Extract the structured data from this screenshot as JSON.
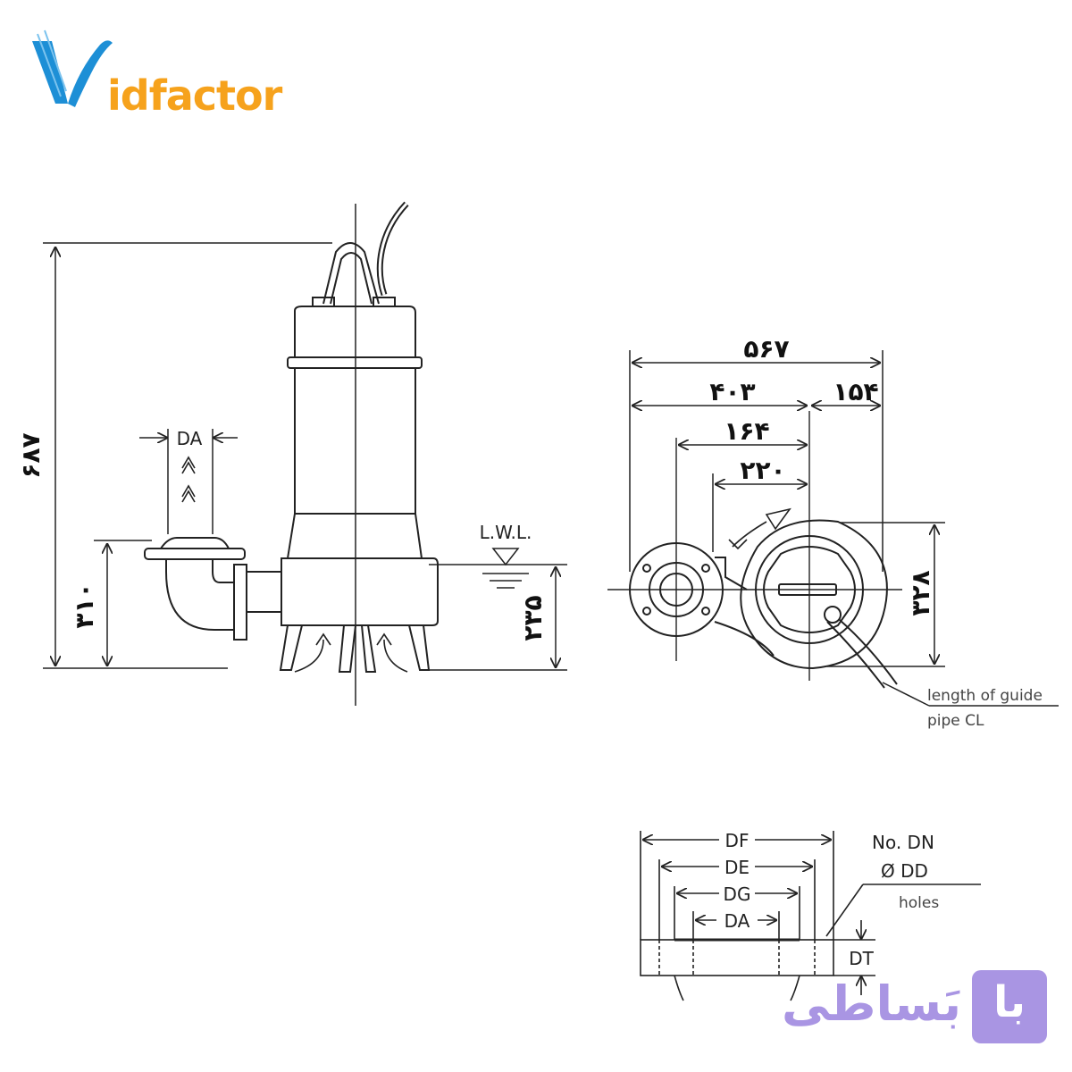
{
  "logo": {
    "text": "idfactor"
  },
  "side_view": {
    "height_total": "۶۸۷",
    "height_outlet": "۳۱۰",
    "height_lwl": "۲۳۵",
    "da_label": "DA",
    "lwl_label": "L.W.L."
  },
  "top_view": {
    "width_total": "۵۶۷",
    "width_left": "۴۰۳",
    "width_right": "۱۵۴",
    "dim_164": "۱۶۴",
    "dim_220": "۲۲۰",
    "height_right": "۳۲۸",
    "guide_note_line1": "length of guide",
    "guide_note_line2": "pipe CL"
  },
  "flange": {
    "df": "DF",
    "de": "DE",
    "dg": "DG",
    "da": "DA",
    "dt": "DT",
    "no_dn": "No. DN",
    "dd": "Ø  DD",
    "holes": "holes"
  },
  "badge": {
    "box_text": "با",
    "text": "بَساطی"
  },
  "colors": {
    "logo_blue": "#1d8fd6",
    "logo_orange": "#f6a21c",
    "badge": "#a995e3",
    "line": "#222222"
  }
}
